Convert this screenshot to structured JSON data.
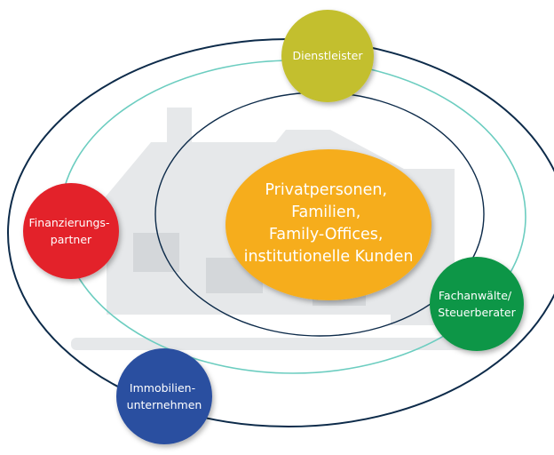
{
  "center": {
    "lines": [
      "Privatpersonen,",
      "Familien,",
      "Family-Offices,",
      "institutionelle Kunden"
    ],
    "color": "#f6ad1c"
  },
  "nodes": [
    {
      "id": "dienstleister",
      "lines": [
        "Dienstleister"
      ],
      "color": "#c3bf2e"
    },
    {
      "id": "finanzierungspartner",
      "lines": [
        "Finanzierungs-",
        "partner"
      ],
      "color": "#e3202a"
    },
    {
      "id": "fachanwaelte",
      "lines": [
        "Fachanwälte/",
        "Steuerberater"
      ],
      "color": "#0f9646"
    },
    {
      "id": "immobilienunternehmen",
      "lines": [
        "Immobilien-",
        "unternehmen"
      ],
      "color": "#2c50a0"
    }
  ],
  "colors": {
    "outer_ring": "#0d2b4a",
    "teal_ring": "#6ccdc0",
    "inner_ring": "#0d2b4a",
    "house": "#e6e8ea",
    "house_dark": "#d4d7da"
  }
}
